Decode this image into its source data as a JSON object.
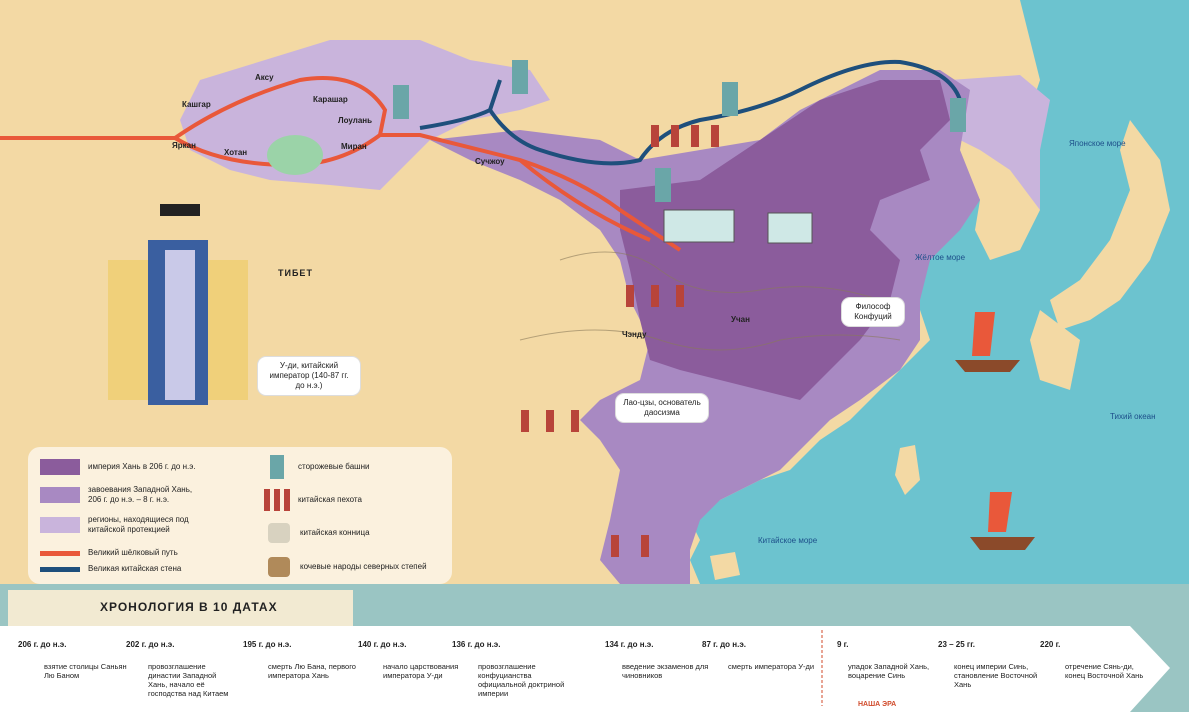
{
  "map": {
    "labels": {
      "aksu": "Аксу",
      "kashgar": "Кашгар",
      "karashar": "Карашар",
      "loulan": "Лоулань",
      "khotan": "Хотан",
      "miran": "Миран",
      "yarkan": "Яркан",
      "suchzhou": "Сучжоу",
      "tibet": "ТИБЕТ",
      "chendu": "Чэнду",
      "uchan": "Учан"
    },
    "seas": {
      "japan_sea": "Японское море",
      "yellow_sea": "Жёлтое море",
      "pacific": "Тихий океан",
      "china_sea": "Китайское море"
    },
    "callouts": {
      "emperor": "У-ди, китайский император (140-87 гг. до н.э.)",
      "confucius": "Философ Конфуций",
      "laozi": "Лао-цзы, основатель даосизма"
    },
    "colors": {
      "land": "#f3d9a4",
      "sea": "#6cc3cf",
      "han_206": "#8b5c9c",
      "western_han": "#a889c2",
      "protectorate": "#c9b4dc",
      "silk_road": "#e9583a",
      "great_wall": "#1e4f7c"
    }
  },
  "legend": {
    "items": [
      {
        "text": "империя Хань в 206 г. до н.э."
      },
      {
        "text": "завоевания Западной Хань, 206 г. до н.э. – 8 г. н.э."
      },
      {
        "text": "регионы, находящиеся под китайской протекцией"
      },
      {
        "text": "Великий шёлковый путь"
      },
      {
        "text": "Великая китайская стена"
      }
    ],
    "icons": [
      {
        "text": "сторожевые башни",
        "icon": "watchtower-icon"
      },
      {
        "text": "китайская пехота",
        "icon": "infantry-icon"
      },
      {
        "text": "китайская конница",
        "icon": "cavalry-icon"
      },
      {
        "text": "кочевые народы северных степей",
        "icon": "nomad-icon"
      }
    ]
  },
  "timeline": {
    "title": "ХРОНОЛОГИЯ В 10 ДАТАХ",
    "era_label": "НАША ЭРА",
    "events": [
      {
        "date": "206 г. до н.э.",
        "desc": "взятие столицы Саньян Лю Баном"
      },
      {
        "date": "202 г. до н.э.",
        "desc": "провозглашение династии Западной Хань, начало её господства над Китаем"
      },
      {
        "date": "195 г. до н.э.",
        "desc": "смерть Лю Бана, первого императора Хань"
      },
      {
        "date": "140 г. до н.э.",
        "desc": "начало царствования императора У-ди"
      },
      {
        "date": "136 г. до н.э.",
        "desc": "провозглашение конфуцианства официальной доктриной империи"
      },
      {
        "date": "134 г. до н.э.",
        "desc": "введение экзаменов для чиновников"
      },
      {
        "date": "87 г. до н.э.",
        "desc": "смерть императора У-ди"
      },
      {
        "date": "9 г.",
        "desc": "упадок Западной Хань, воцарение Синь"
      },
      {
        "date": "23 – 25 гг.",
        "desc": "конец империи Синь, становление Восточной Хань"
      },
      {
        "date": "220 г.",
        "desc": "отречение Сянь-ди, конец Восточной Хань"
      }
    ]
  }
}
